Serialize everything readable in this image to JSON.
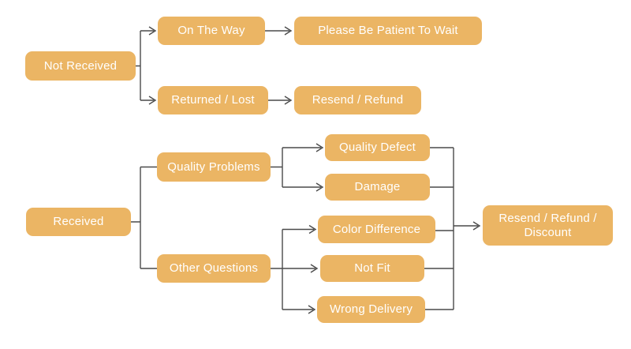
{
  "colors": {
    "background": "#ffffff",
    "node_fill": "#ebb564",
    "node_text": "#ffffff",
    "connector": "#4a4a4a"
  },
  "nodes": {
    "not_received": {
      "label": "Not Received"
    },
    "on_the_way": {
      "label": "On The Way"
    },
    "please_be_patient": {
      "label": "Please Be Patient To Wait"
    },
    "returned_lost": {
      "label": "Returned / Lost"
    },
    "resend_refund": {
      "label": "Resend / Refund"
    },
    "received": {
      "label": "Received"
    },
    "quality_problems": {
      "label": "Quality Problems"
    },
    "other_questions": {
      "label": "Other Questions"
    },
    "quality_defect": {
      "label": "Quality Defect"
    },
    "damage": {
      "label": "Damage"
    },
    "color_difference": {
      "label": "Color Difference"
    },
    "not_fit": {
      "label": "Not Fit"
    },
    "wrong_delivery": {
      "label": "Wrong Delivery"
    },
    "resend_refund_discount": {
      "label": "Resend / Refund / Discount"
    }
  },
  "edges": [
    {
      "from": "not_received",
      "to": "on_the_way",
      "arrowhead": true
    },
    {
      "from": "not_received",
      "to": "returned_lost",
      "arrowhead": true
    },
    {
      "from": "on_the_way",
      "to": "please_be_patient",
      "arrowhead": true
    },
    {
      "from": "returned_lost",
      "to": "resend_refund",
      "arrowhead": true
    },
    {
      "from": "received",
      "to": "quality_problems",
      "arrowhead": false
    },
    {
      "from": "received",
      "to": "other_questions",
      "arrowhead": false
    },
    {
      "from": "quality_problems",
      "to": "quality_defect",
      "arrowhead": true
    },
    {
      "from": "quality_problems",
      "to": "damage",
      "arrowhead": true
    },
    {
      "from": "other_questions",
      "to": "color_difference",
      "arrowhead": true
    },
    {
      "from": "other_questions",
      "to": "not_fit",
      "arrowhead": true
    },
    {
      "from": "other_questions",
      "to": "wrong_delivery",
      "arrowhead": true
    },
    {
      "from": "quality_defect",
      "to": "resend_refund_discount",
      "arrowhead": true
    },
    {
      "from": "damage",
      "to": "resend_refund_discount",
      "arrowhead": true
    },
    {
      "from": "color_difference",
      "to": "resend_refund_discount",
      "arrowhead": true
    },
    {
      "from": "not_fit",
      "to": "resend_refund_discount",
      "arrowhead": true
    },
    {
      "from": "wrong_delivery",
      "to": "resend_refund_discount",
      "arrowhead": true
    }
  ]
}
